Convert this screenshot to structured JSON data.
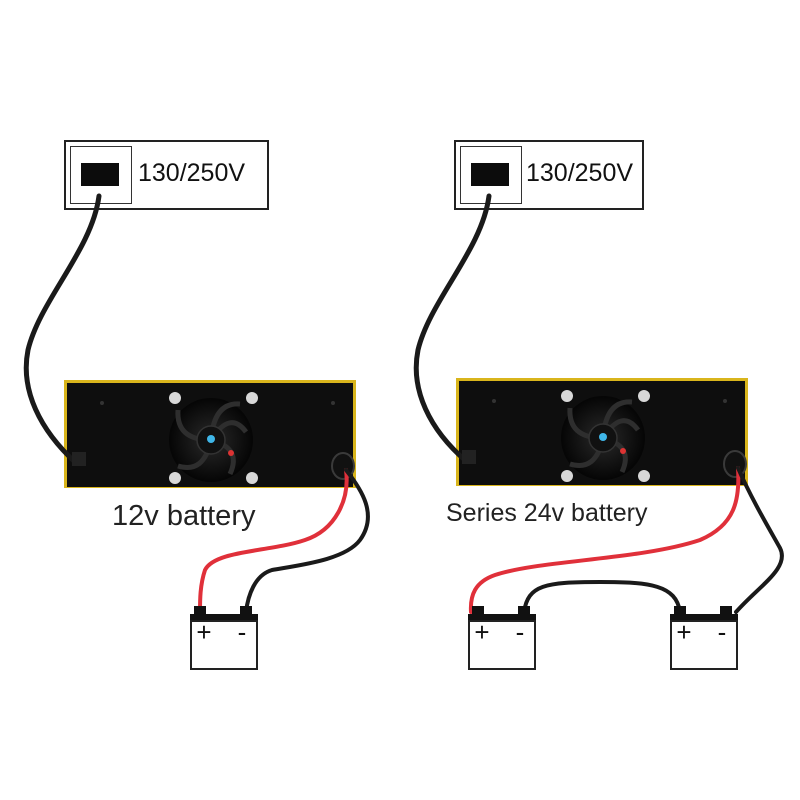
{
  "diagrams": [
    {
      "id": "single",
      "outlet_label": "130/250V",
      "caption": "12v battery",
      "batteries": [
        {
          "plus": "+",
          "minus": "-"
        }
      ]
    },
    {
      "id": "series",
      "outlet_label": "130/250V",
      "caption": "Series 24v battery",
      "batteries": [
        {
          "plus": "+",
          "minus": "-"
        },
        {
          "plus": "+",
          "minus": "-"
        }
      ]
    }
  ],
  "colors": {
    "charger_body": "#0e0e0e",
    "charger_trim": "#d9b51c",
    "cable_black": "#1a1a1a",
    "cable_red": "#e0303a",
    "fan_led": "#3fb6e8"
  },
  "icons": [
    "power-outlet-icon",
    "cooling-fan-icon",
    "battery-icon"
  ]
}
